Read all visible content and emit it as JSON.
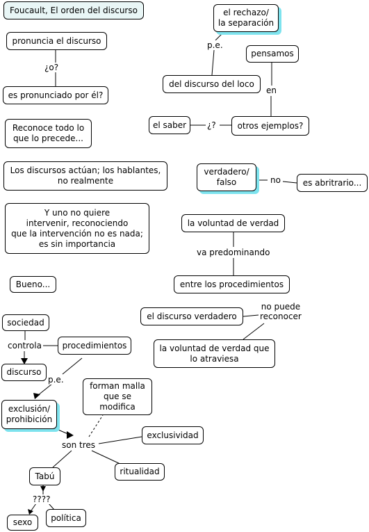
{
  "nodes": {
    "title": "Foucault, El orden del discurso",
    "pronuncia": "pronuncia el discurso",
    "pronunciado": "es pronunciado por él?",
    "reconoce": "Reconoce todo lo\nque lo precede...",
    "actuan": "Los discursos actúan; los hablantes,\nno realmente",
    "uno": "Y uno no quiere\nintervenir, reconociendo\nque la intervención no es nada;\nes sin importancia",
    "bueno": "Bueno...",
    "rechazo": "el rechazo/\nla separación",
    "pensamos": "pensamos",
    "loco": "del discurso del loco",
    "saber": "el saber",
    "otros": "otros ejemplos?",
    "verdadero": "verdadero/\nfalso",
    "arbitrario": "es abritrario...",
    "voluntad": "la voluntad de verdad",
    "procedimientos_entre": "entre los procedimientos",
    "discurso_verdadero": "el discurso verdadero",
    "voluntad_atraviesa": "la voluntad de verdad que\nlo atraviesa",
    "sociedad": "sociedad",
    "procedimientos": "procedimientos",
    "discurso": "discurso",
    "exclusion": "exclusión/\nprohibición",
    "malla": "forman malla\nque se\nmodifica",
    "exclusividad": "exclusividad",
    "ritualidad": "ritualidad",
    "tabu": "Tabú",
    "sexo": "sexo",
    "politica": "política"
  },
  "labels": {
    "o": "¿o?",
    "pe1": "p.e.",
    "en": "en",
    "q": "¿?",
    "no": "no",
    "va": "va predominando",
    "nopuede": "no puede\nreconocer",
    "controla": "controla",
    "pe2": "p.e.",
    "sontres": "son tres",
    "qqqq": "????"
  }
}
